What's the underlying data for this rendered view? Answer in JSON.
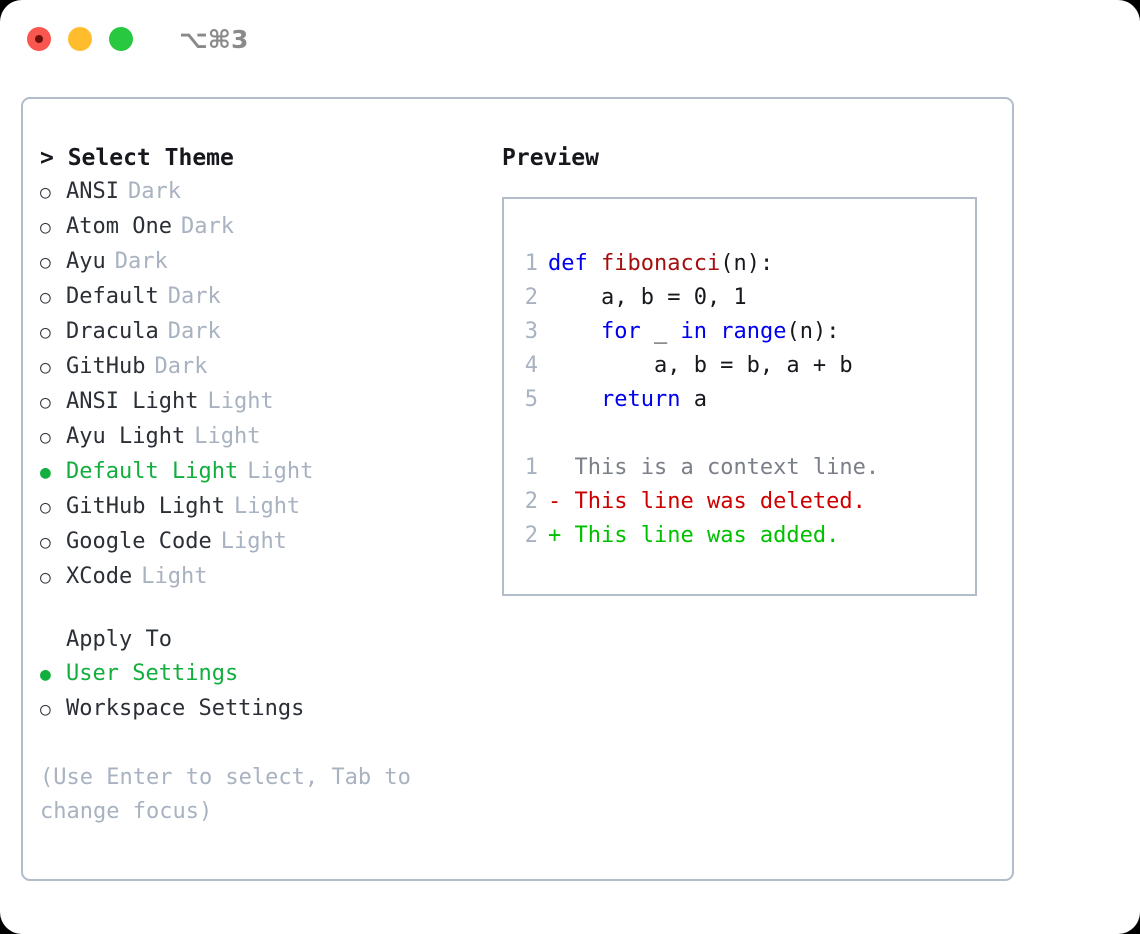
{
  "titlebar": {
    "buttons": [
      {
        "name": "close",
        "color": "#f9564f"
      },
      {
        "name": "minimize",
        "color": "#ffbd2e"
      },
      {
        "name": "zoom",
        "color": "#28c840"
      }
    ],
    "shortcut": "⌥⌘3"
  },
  "theme_picker": {
    "header": "> Select Theme",
    "items": [
      {
        "bullet": "○",
        "label": "ANSI",
        "suffix": "Dark",
        "selected": false
      },
      {
        "bullet": "○",
        "label": "Atom One",
        "suffix": "Dark",
        "selected": false
      },
      {
        "bullet": "○",
        "label": "Ayu",
        "suffix": "Dark",
        "selected": false
      },
      {
        "bullet": "○",
        "label": "Default",
        "suffix": "Dark",
        "selected": false
      },
      {
        "bullet": "○",
        "label": "Dracula",
        "suffix": "Dark",
        "selected": false
      },
      {
        "bullet": "○",
        "label": "GitHub",
        "suffix": "Dark",
        "selected": false
      },
      {
        "bullet": "○",
        "label": "ANSI Light",
        "suffix": "Light",
        "selected": false
      },
      {
        "bullet": "○",
        "label": "Ayu Light",
        "suffix": "Light",
        "selected": false
      },
      {
        "bullet": "●",
        "label": "Default Light",
        "suffix": "Light",
        "selected": true
      },
      {
        "bullet": "○",
        "label": "GitHub Light",
        "suffix": "Light",
        "selected": false
      },
      {
        "bullet": "○",
        "label": "Google Code",
        "suffix": "Light",
        "selected": false
      },
      {
        "bullet": "○",
        "label": "XCode",
        "suffix": "Light",
        "selected": false
      }
    ]
  },
  "apply_to": {
    "header": "Apply To",
    "items": [
      {
        "bullet": "●",
        "label": "User Settings",
        "selected": true
      },
      {
        "bullet": "○",
        "label": "Workspace Settings",
        "selected": false
      }
    ]
  },
  "hint": "(Use Enter to select, Tab to change focus)",
  "preview": {
    "title": "Preview",
    "code_lines": [
      {
        "lineno": "1",
        "tokens": [
          {
            "text": "def ",
            "style": "kw"
          },
          {
            "text": "fibonacci",
            "style": "fn"
          },
          {
            "text": "(n):",
            "style": "plain"
          }
        ]
      },
      {
        "lineno": "2",
        "tokens": [
          {
            "text": "    a, b = 0, 1",
            "style": "plain"
          }
        ]
      },
      {
        "lineno": "3",
        "tokens": [
          {
            "text": "    ",
            "style": "plain"
          },
          {
            "text": "for",
            "style": "kw"
          },
          {
            "text": " _ ",
            "style": "plain"
          },
          {
            "text": "in",
            "style": "kw"
          },
          {
            "text": " ",
            "style": "plain"
          },
          {
            "text": "range",
            "style": "kw"
          },
          {
            "text": "(n):",
            "style": "plain"
          }
        ]
      },
      {
        "lineno": "4",
        "tokens": [
          {
            "text": "        a, b = b, a + b",
            "style": "plain"
          }
        ]
      },
      {
        "lineno": "5",
        "tokens": [
          {
            "text": "    ",
            "style": "plain"
          },
          {
            "text": "return",
            "style": "kw"
          },
          {
            "text": " a",
            "style": "plain"
          }
        ]
      }
    ],
    "diff_lines": [
      {
        "lineno": "1",
        "marker": " ",
        "text": "This is a context line.",
        "kind": "context"
      },
      {
        "lineno": "2",
        "marker": "-",
        "text": "This line was deleted.",
        "kind": "deleted"
      },
      {
        "lineno": "2",
        "marker": "+",
        "text": "This line was added.",
        "kind": "added"
      }
    ]
  },
  "colors": {
    "selection_green": "#12ae3e",
    "muted_gray": "#a8b2c0",
    "border": "#b2bccb",
    "keyword_blue": "#0000ee",
    "function_red": "#a50f0f",
    "diff_deleted": "#cc0000",
    "diff_added": "#00c000"
  }
}
